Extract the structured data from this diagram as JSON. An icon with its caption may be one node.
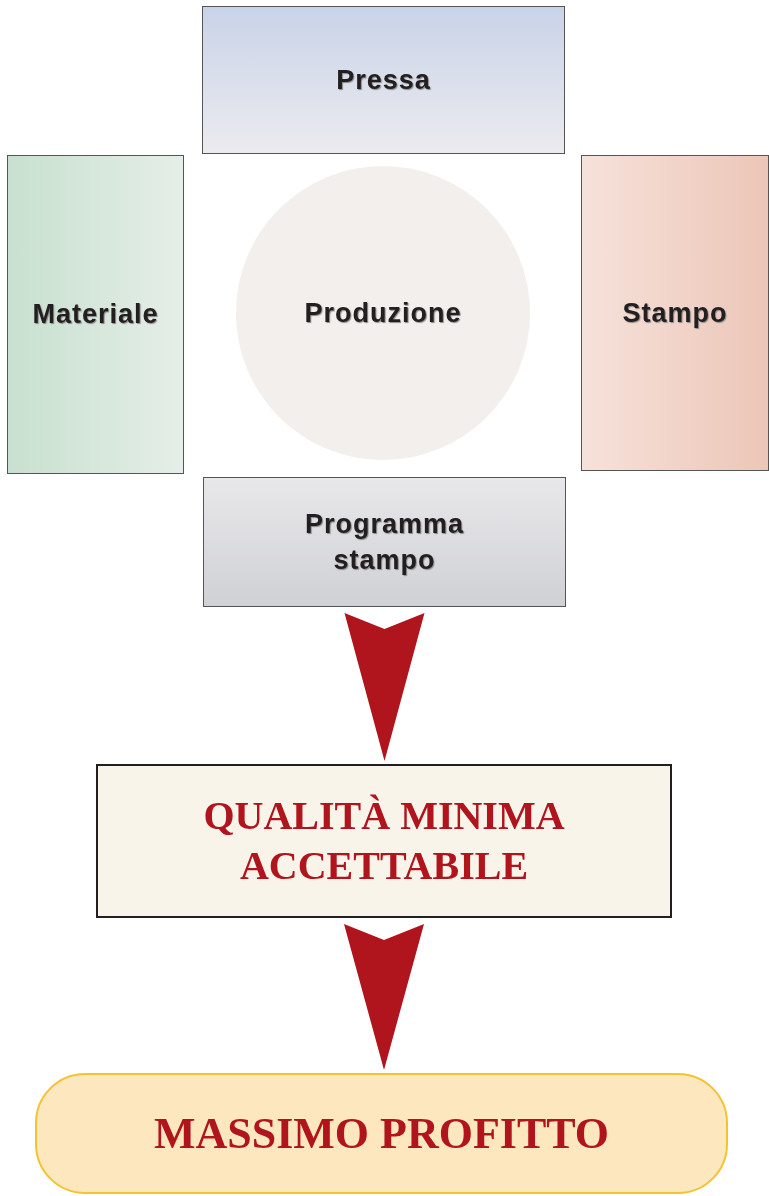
{
  "diagram": {
    "nodes": [
      {
        "text": [
          "Pressa"
        ]
      },
      {
        "text": [
          "Materiale"
        ]
      },
      {
        "text": [
          "Produzione"
        ]
      },
      {
        "text": [
          "Stampo"
        ]
      },
      {
        "text": [
          "Programma stampo"
        ]
      },
      {
        "text": [
          "QUALITÀ MINIMA ACCETTABILE"
        ]
      },
      {
        "text": [
          "MASSIMO PROFITTO"
        ]
      }
    ],
    "edges": [
      {
        "from": 4,
        "to": 5,
        "arrow": "to"
      },
      {
        "from": 5,
        "to": 6,
        "arrow": "to"
      }
    ]
  }
}
